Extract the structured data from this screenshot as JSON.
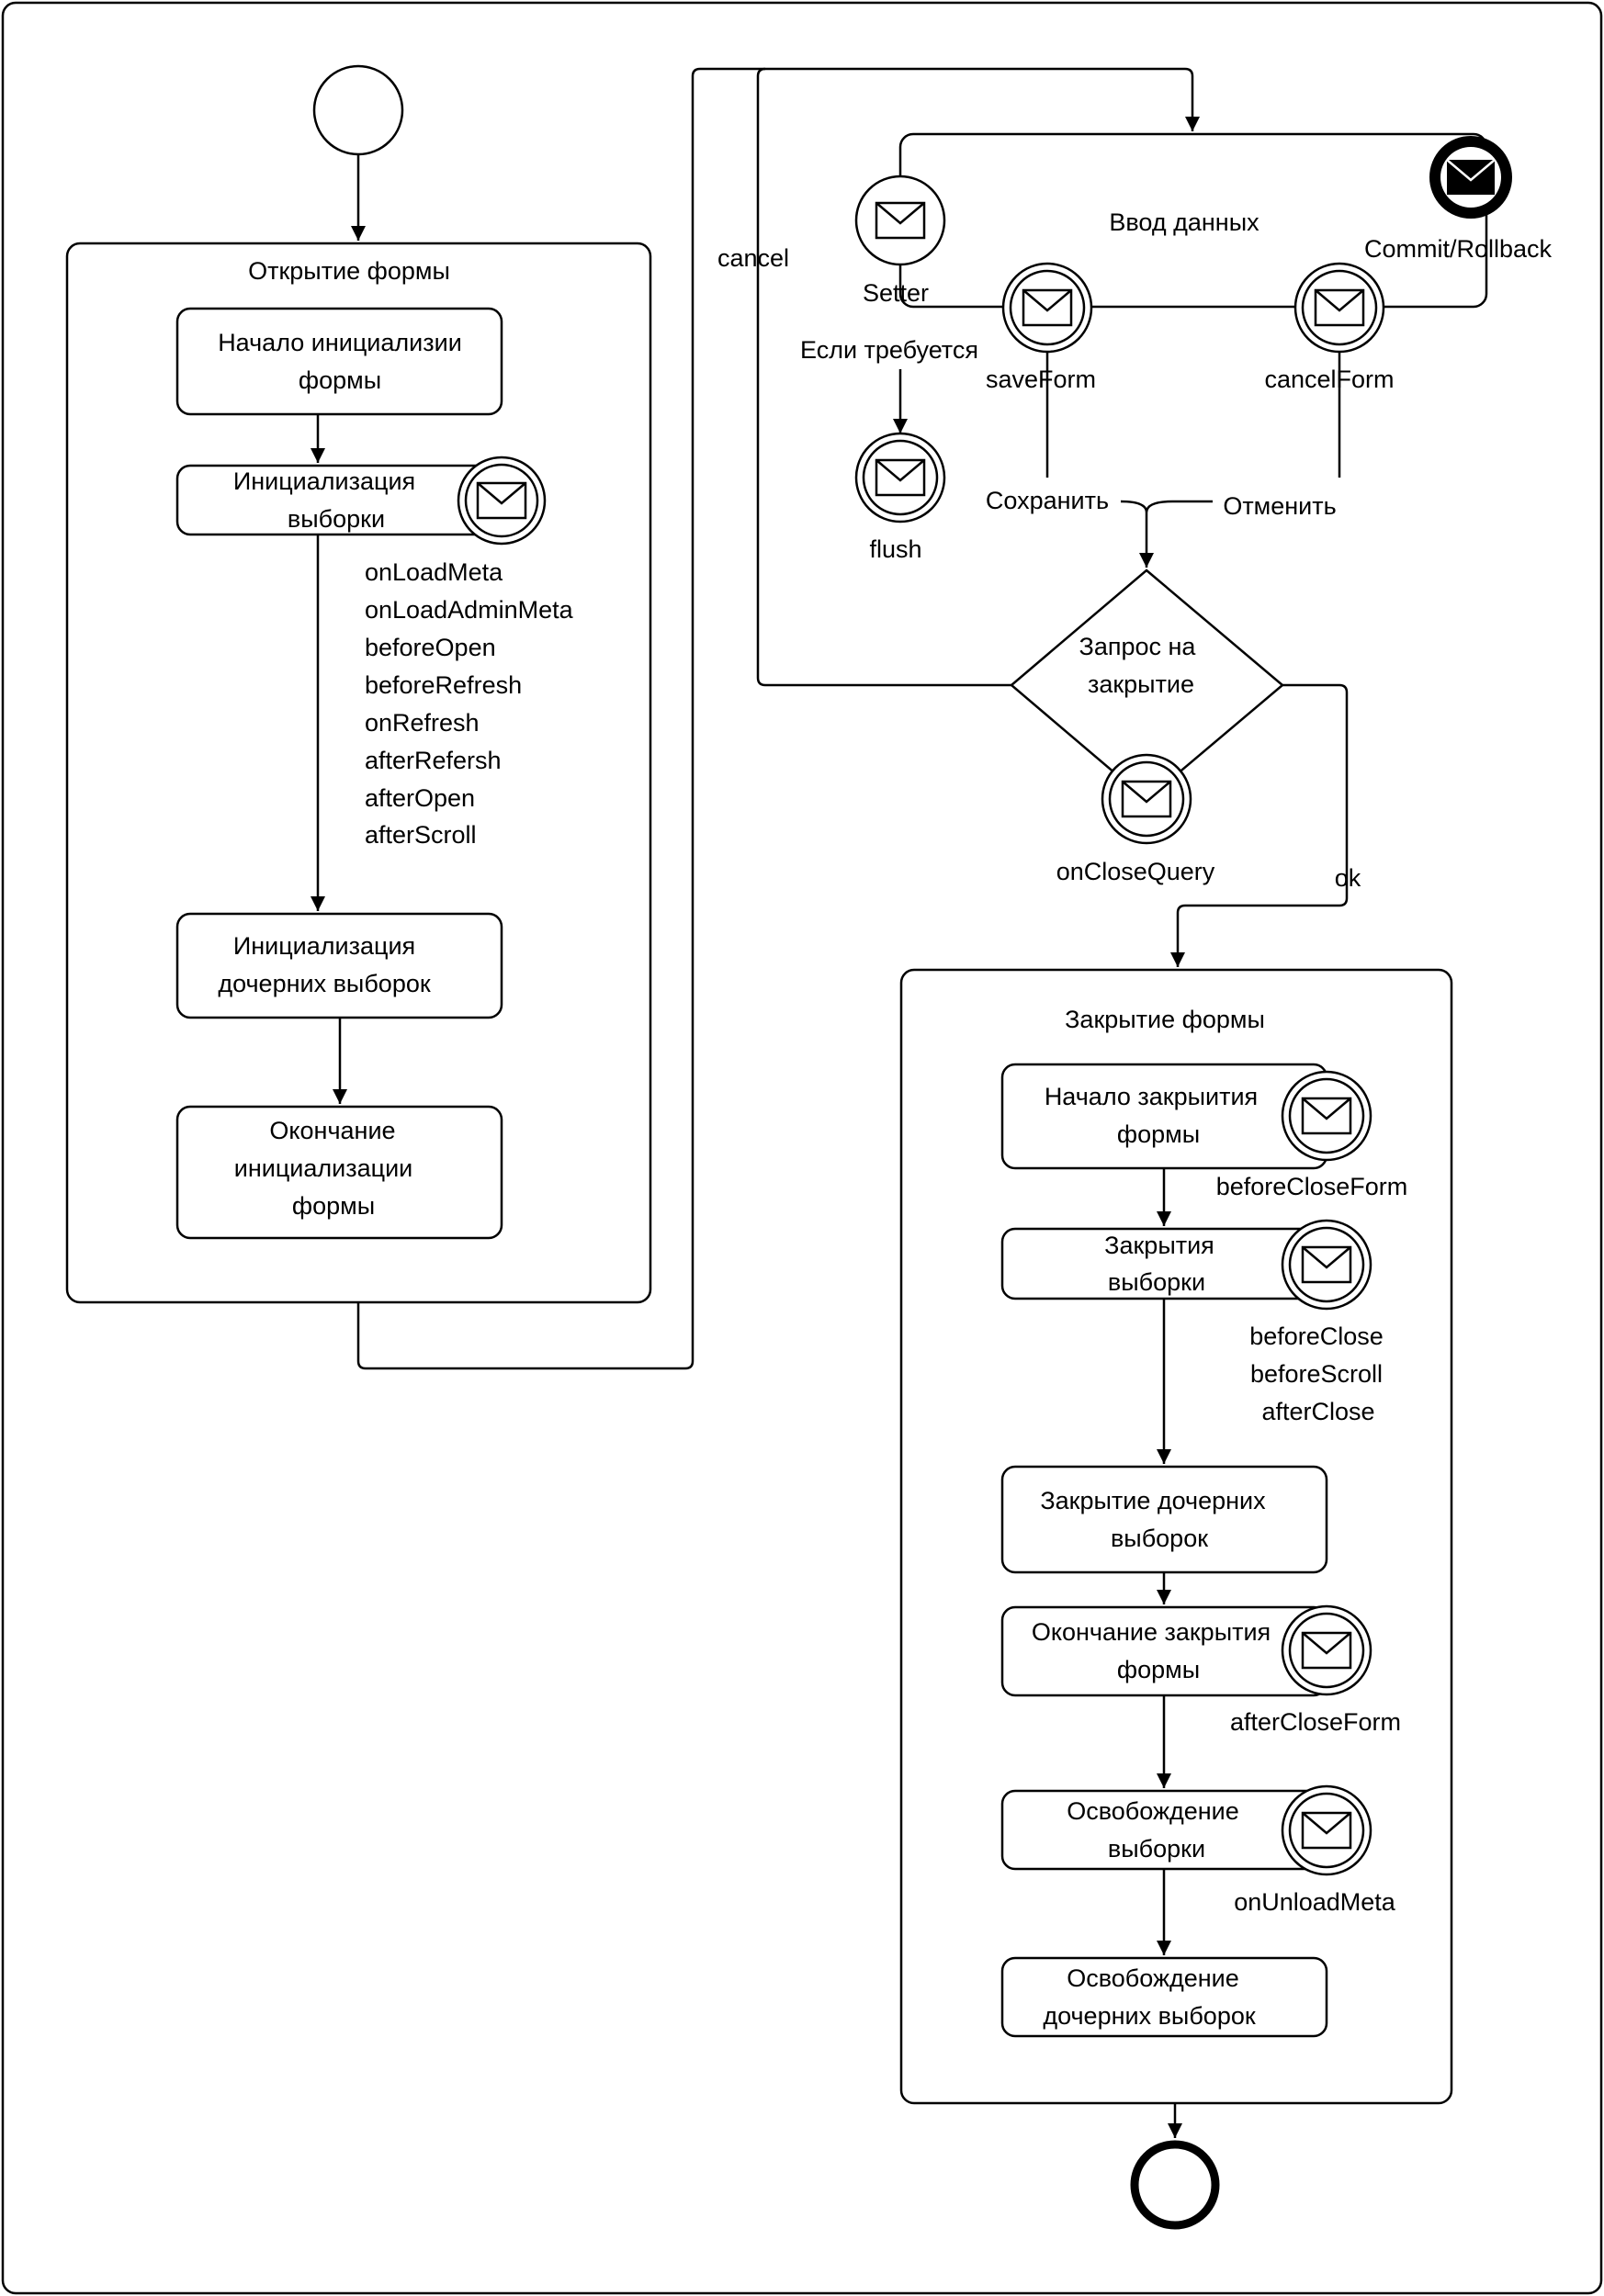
{
  "open_form": {
    "title": "Открытие формы",
    "task_init_start": [
      "Начало инициализии",
      "формы"
    ],
    "task_init_dataset": [
      "Инициализация",
      "выборки"
    ],
    "init_events": [
      "onLoadMeta",
      "onLoadAdminMeta",
      "beforeOpen",
      "beforeRefresh",
      "onRefresh",
      "afterRefersh",
      "afterOpen",
      "afterScroll"
    ],
    "task_init_children": [
      "Инициализация",
      "дочерних выборок"
    ],
    "task_init_end": [
      "Окончание",
      "инициализации",
      "формы"
    ]
  },
  "data_entry": {
    "title": "Ввод данных",
    "setter": "Setter",
    "if_required": "Если требуется",
    "flush": "flush",
    "save_form": "saveForm",
    "cancel_form": "cancelForm",
    "commit_rollback": "Commit/Rollback",
    "save": "Сохранить",
    "cancel_ru": "Отменить",
    "cancel": "cancel"
  },
  "close_query": {
    "gateway": [
      "Запрос на",
      "закрытие"
    ],
    "event": "onCloseQuery",
    "ok": "ok"
  },
  "close_form": {
    "title": "Закрытие формы",
    "task_close_start": [
      "Начало закрыития",
      "формы"
    ],
    "before_close_form": "beforeCloseForm",
    "task_close_dataset": [
      "Закрытия",
      "выборки"
    ],
    "close_events": [
      "beforeClose",
      "beforeScroll",
      "afterClose"
    ],
    "task_close_children": [
      "Закрытие дочерних",
      "выборок"
    ],
    "task_close_end": [
      "Окончание закрытия",
      "формы"
    ],
    "after_close_form": "afterCloseForm",
    "task_free_dataset": [
      "Освобождение",
      "выборки"
    ],
    "unload_meta": "onUnloadMeta",
    "task_free_children": [
      "Освобождение",
      "дочерних выборок"
    ]
  },
  "icons": {
    "start_event": "start-event-circle",
    "end_event": "end-event-circle",
    "message": "envelope-icon",
    "message_end": "message-end-event-icon"
  }
}
